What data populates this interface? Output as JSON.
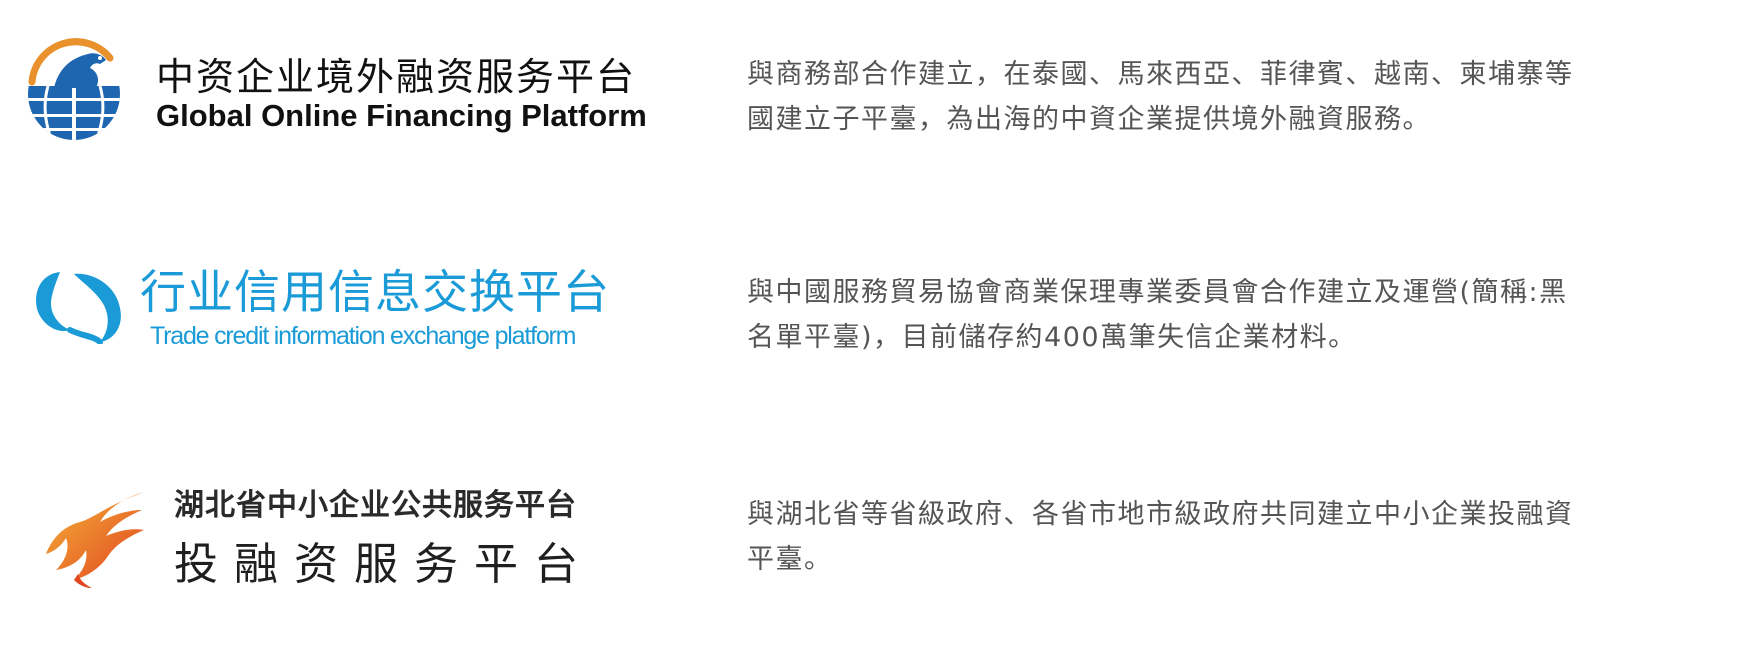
{
  "platforms": [
    {
      "title_zh": "中资企业境外融资服务平台",
      "title_en": "Global Online Financing Platform",
      "description_lines": [
        "與商務部合作建立，在泰國、馬來西亞、菲律賓、越南、柬埔寨等",
        "國建立子平臺，為出海的中資企業提供境外融資服務。"
      ],
      "logo_icon": "globe-horse-logo-icon",
      "colors": {
        "blue": "#1e66b0",
        "orange": "#e8912d"
      }
    },
    {
      "title_zh": "行业信用信息交换平台",
      "title_en": "Trade credit information exchange platform",
      "description_lines": [
        "與中國服務貿易協會商業保理專業委員會合作建立及運營(簡稱:黑",
        "名單平臺)，目前儲存約400萬筆失信企業材料。"
      ],
      "logo_icon": "swirl-logo-icon",
      "colors": {
        "blue": "#1a9bd7"
      }
    },
    {
      "title_zh": "湖北省中小企业公共服务平台",
      "title_zh2": "投融资服务平台",
      "description_lines": [
        "與湖北省等省級政府、各省市地市級政府共同建立中小企業投融資",
        "平臺。"
      ],
      "logo_icon": "phoenix-logo-icon",
      "colors": {
        "orange": "#f08a24",
        "red": "#e0461f"
      }
    }
  ]
}
